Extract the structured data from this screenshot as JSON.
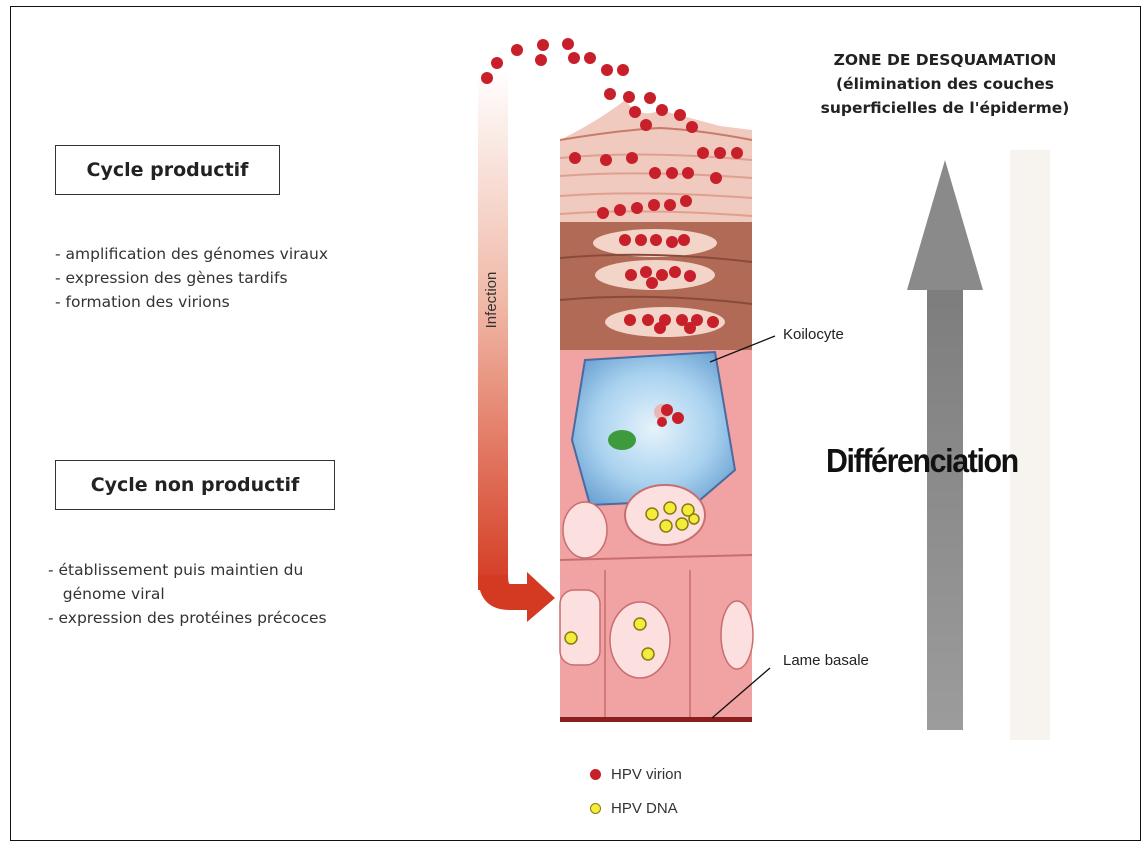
{
  "zone": {
    "title": "ZONE DE DESQUAMATION",
    "line2": "(élimination des couches",
    "line3": "superficielles de l'épiderme)"
  },
  "cycle_productif": {
    "title": "Cycle productif",
    "items": [
      "- amplification des génomes viraux",
      "- expression des gènes tardifs",
      "- formation des virions"
    ]
  },
  "cycle_non_productif": {
    "title": "Cycle non productif",
    "items": [
      "- établissement puis maintien du",
      "   génome viral",
      "- expression des protéines précoces"
    ]
  },
  "labels": {
    "infection": "Infection",
    "koilocyte": "Koilocyte",
    "lame_basale": "Lame basale",
    "differenciation": "Différenciation"
  },
  "legend": [
    {
      "label": "HPV virion",
      "color": "#c8202a"
    },
    {
      "label": "HPV DNA",
      "color": "#f3ec3a"
    }
  ],
  "colors": {
    "virion": "#c8202a",
    "dna": "#f3ec3a",
    "basal_cell": "#f2a6a6",
    "upper_layer": "#a8604e",
    "koilocyte": "#8fc0e8",
    "arrow_gray": "#9a9a9a",
    "infection_arrow": "#d43a22"
  }
}
